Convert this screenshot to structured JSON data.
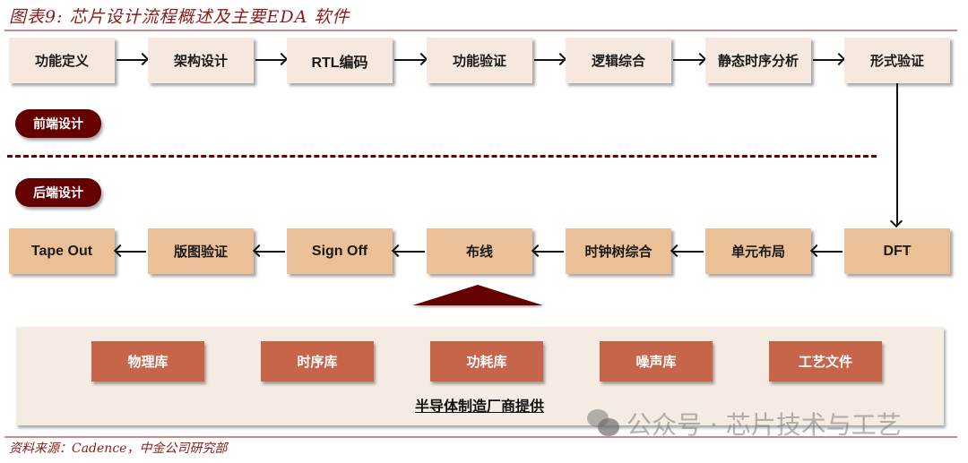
{
  "title": "图表9: 芯片设计流程概述及主要EDA 软件",
  "source": "资料来源：Cadence，中金公司研究部",
  "colors": {
    "frontend_box": "#f6e8de",
    "backend_box": "#ebc096",
    "pill": "#650000",
    "library_box": "#c6654a",
    "panel": "#f4ebe2",
    "title": "#8b1a1a"
  },
  "frontend": {
    "label": "前端设计",
    "steps": [
      "功能定义",
      "架构设计",
      "RTL编码",
      "功能验证",
      "逻辑综合",
      "静态时序分析",
      "形式验证"
    ]
  },
  "backend": {
    "label": "后端设计",
    "steps": [
      "Tape Out",
      "版图验证",
      "Sign Off",
      "布线",
      "时钟树综合",
      "单元布局",
      "DFT"
    ]
  },
  "libraries": {
    "items": [
      "物理库",
      "时序库",
      "功耗库",
      "噪声库",
      "工艺文件"
    ],
    "provider": "半导体制造厂商提供"
  },
  "watermark": {
    "icon": "wechat-icon",
    "text": "公众号 · 芯片技术与工艺"
  }
}
